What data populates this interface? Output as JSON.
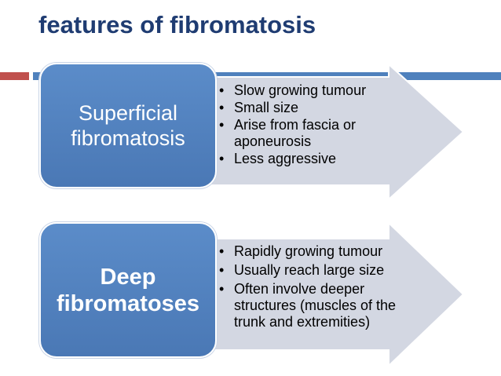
{
  "title": "features of fibromatosis",
  "colors": {
    "title": "#1f3c72",
    "accent_red": "#c0504d",
    "accent_blue": "#4f81bd",
    "box_blue": "#4f81bd",
    "arrow_fill": "#d3d7e2"
  },
  "sections": [
    {
      "heading": "Superficial\nfibromatosis",
      "bullets": [
        "Slow growing tumour",
        "Small size",
        "Arise from fascia or aponeurosis",
        "Less aggressive"
      ]
    },
    {
      "heading": "Deep\nfibromatoses",
      "bullets": [
        "Rapidly growing tumour",
        "Usually reach large size",
        "Often involve deeper structures (muscles of the trunk and extremities)"
      ]
    }
  ]
}
